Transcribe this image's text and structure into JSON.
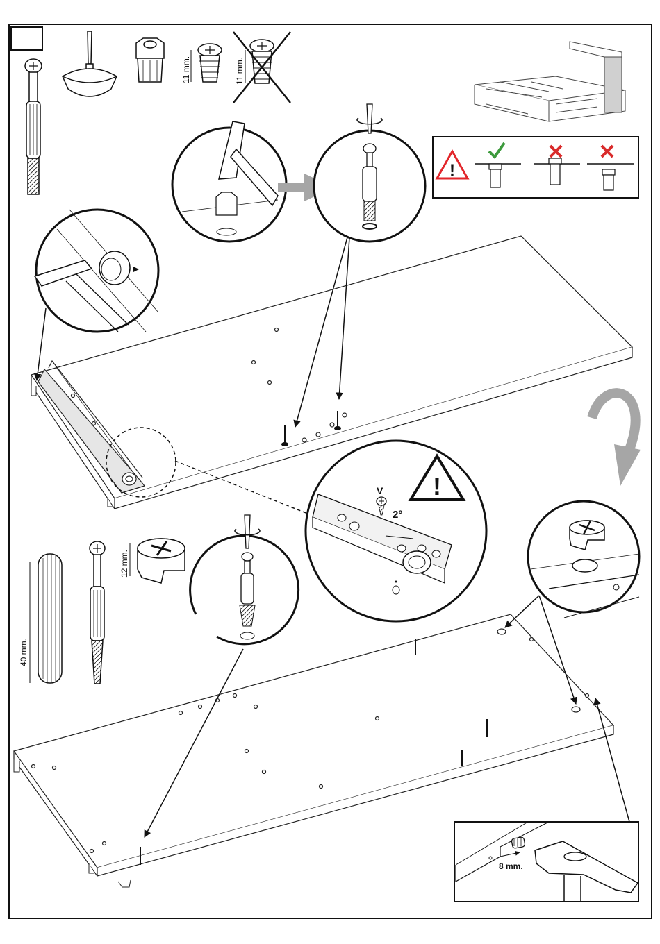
{
  "page": {
    "step_number": "",
    "colors": {
      "warning_red": "#e2262b",
      "check_green": "#3c9a3c",
      "cross_red": "#d92b2b",
      "arrow_gray": "#a6a6a6",
      "ink": "#111111"
    }
  },
  "hardware": {
    "screw_length_top": "11 mm.",
    "screw_length_crossed": "11 mm.",
    "cam_height": "12 mm.",
    "dowel_length": "40 mm.",
    "icons": [
      "cam-bolt-icon",
      "press-tool-icon",
      "hex-insert-icon",
      "insert-screw-icon",
      "wrong-screw-icon",
      "dowel-icon",
      "cam-lock-icon"
    ]
  },
  "warning_panel": {
    "icons": [
      "warning-triangle-icon",
      "check-icon",
      "cross-icon",
      "cross-icon"
    ]
  },
  "detail_runner": {
    "screw_label": "V",
    "angle_label": "2°"
  },
  "detail_hammer": {
    "depth_label": "8 mm."
  }
}
